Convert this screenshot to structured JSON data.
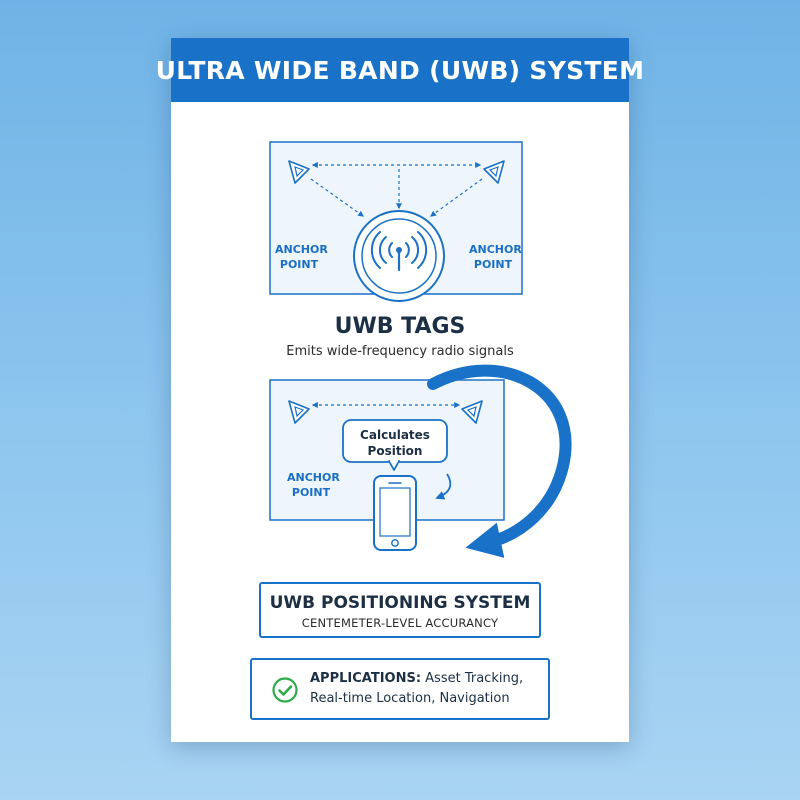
{
  "header": {
    "title": "ULTRA WIDE BAND (UWB) SYSTEM"
  },
  "top_diagram": {
    "anchor_left": [
      "ANCHOR",
      "POINT"
    ],
    "anchor_right": [
      "ANCHOR",
      "POINT"
    ]
  },
  "tags": {
    "title": "UWB TAGS",
    "subtitle": "Emits wide-frequency radio signals"
  },
  "bottom_diagram": {
    "bubble": [
      "Calculates",
      "Position"
    ],
    "anchor": [
      "ANCHOR",
      "POINT"
    ]
  },
  "system": {
    "title": "UWB POSITIONING SYSTEM",
    "subtitle": "CENTEMETER-LEVEL ACCURANCY"
  },
  "applications": {
    "label": "APPLICATIONS:",
    "line1": " Asset Tracking,",
    "line2": "Real-time Location, Navigation"
  },
  "icons": {
    "anchor": "triangle-antenna-icon",
    "tag": "radio-signal-icon",
    "phone": "smartphone-icon",
    "check": "checkmark-circle-icon"
  },
  "colors": {
    "primary": "#1a72c8",
    "panel_fill": "#eef5fc",
    "check": "#2eaa4a"
  }
}
